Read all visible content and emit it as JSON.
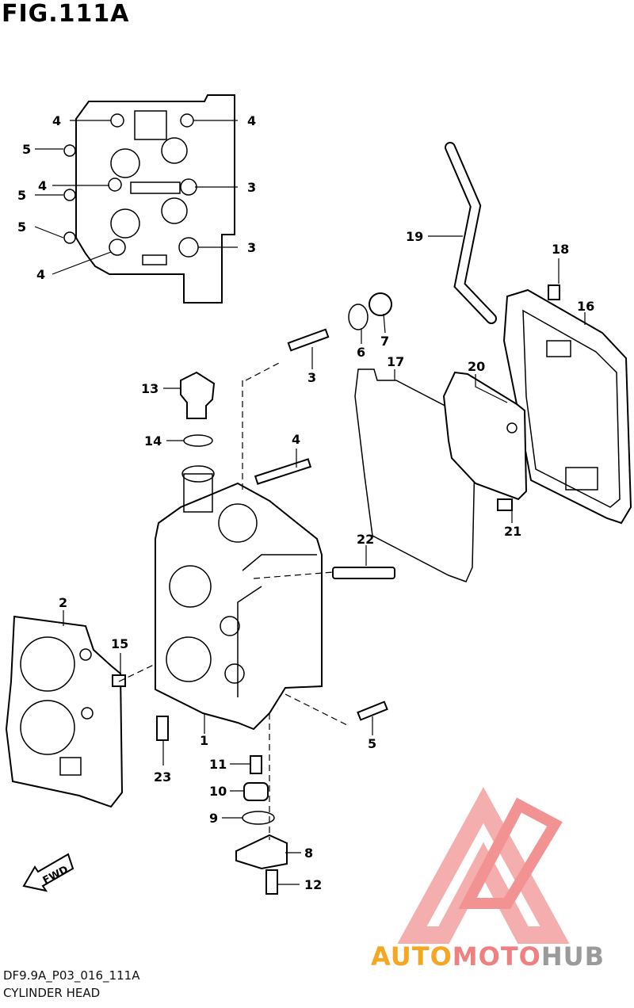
{
  "figure": {
    "title": "FIG.111A"
  },
  "footer": {
    "code": "DF9.9A_P03_016_111A",
    "caption": "CYLINDER HEAD"
  },
  "watermark": {
    "part1": "AUTO",
    "part2": "MOTO",
    "part3": "HUB",
    "colors": {
      "orange": "#f5a623",
      "salmon": "#f08080",
      "gray": "#9a9a9a"
    }
  },
  "fwd_label": "FWD",
  "callouts": {
    "c1": "1",
    "c2": "2",
    "c3a": "3",
    "c3b": "3",
    "c3c": "3",
    "c4a": "4",
    "c4b": "4",
    "c4c": "4",
    "c4d": "4",
    "c4e": "4",
    "c5a": "5",
    "c5b": "5",
    "c5c": "5",
    "c5d": "5",
    "c6": "6",
    "c7": "7",
    "c8": "8",
    "c9": "9",
    "c10": "10",
    "c11": "11",
    "c12": "12",
    "c13": "13",
    "c14": "14",
    "c15": "15",
    "c16": "16",
    "c17": "17",
    "c18": "18",
    "c19": "19",
    "c20": "20",
    "c21": "21",
    "c22": "22",
    "c23": "23"
  }
}
